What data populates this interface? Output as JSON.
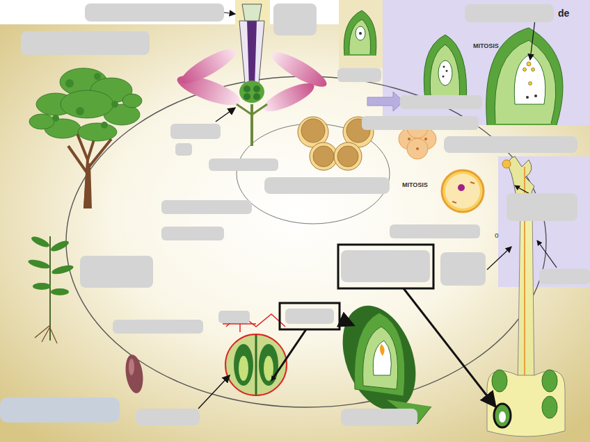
{
  "diagram": {
    "labels": [
      "de",
      "MITOSIS",
      "MITOSIS",
      "o"
    ]
  }
}
